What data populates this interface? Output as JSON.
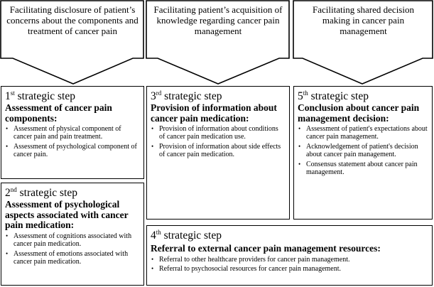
{
  "headers": [
    "Facilitating disclosure of patient’s concerns about the components and treatment of cancer pain",
    "Facilitating patient’s acquisition of knowledge regarding cancer pain management",
    "Facilitating shared decision making in cancer pain management"
  ],
  "steps": [
    {
      "num": "1",
      "sup": "st",
      "word": "strategic step",
      "title": "Assessment of cancer pain components:",
      "items": [
        "Assessment of physical component of cancer pain and pain treatment.",
        "Assessment of psychological component of cancer pain."
      ]
    },
    {
      "num": "2",
      "sup": "nd",
      "word": "strategic step",
      "title": "Assessment of psychological aspects associated with cancer pain medication:",
      "items": [
        "Assessment of cognitions associated with cancer pain medication.",
        "Assessment of emotions associated with cancer pain medication."
      ]
    },
    {
      "num": "3",
      "sup": "rd",
      "word": "strategic step",
      "title": "Provision of information about cancer pain medication:",
      "items": [
        "Provision of information about conditions of cancer pain medication use.",
        "Provision of information about side effects of cancer pain medication."
      ]
    },
    {
      "num": "4",
      "sup": "th",
      "word": "strategic step",
      "title": "Referral to external cancer pain management resources:",
      "items": [
        "Referral to other healthcare providers for cancer pain management.",
        "Referral to psychosocial resources for cancer pain management."
      ]
    },
    {
      "num": "5",
      "sup": "th",
      "word": "strategic step",
      "title": "Conclusion about cancer pain management decision:",
      "items": [
        "Assessment of patient's expectations about cancer pain management.",
        "Acknowledgement of patient's decision about cancer pain management.",
        "Consensus statement about cancer pain management."
      ]
    }
  ]
}
